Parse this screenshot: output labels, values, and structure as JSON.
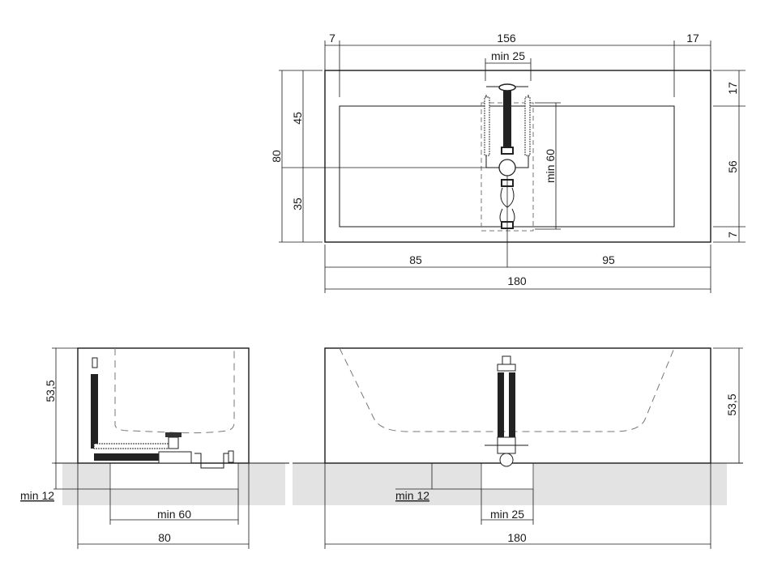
{
  "top_view": {
    "dims": {
      "left_margin": "7",
      "inner_length": "156",
      "right_margin": "17",
      "mixer_width": "min 25",
      "top_margin": "17",
      "inner_width": "56",
      "bottom_margin": "7",
      "total_width": "80",
      "upper_to_mixer": "45",
      "lower_to_mixer": "35",
      "mixer_length": "min 60",
      "left_to_mixer": "85",
      "right_to_mixer": "95",
      "total_length": "180"
    }
  },
  "side_view": {
    "dims": {
      "height": "53,5",
      "recess_depth": "min 12",
      "recess_width": "min  60",
      "total_width": "80"
    }
  },
  "front_view": {
    "dims": {
      "height": "53,5",
      "recess_depth": "min 12",
      "recess_width": "min  25",
      "total_length": "180"
    }
  }
}
